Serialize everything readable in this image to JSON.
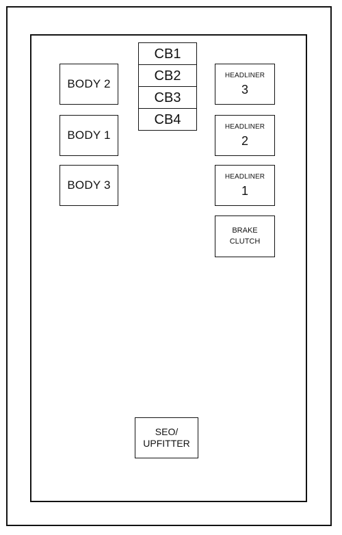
{
  "diagram": {
    "body_fuses": [
      {
        "label": "BODY 2"
      },
      {
        "label": "BODY 1"
      },
      {
        "label": "BODY 3"
      }
    ],
    "circuit_breakers": [
      {
        "label": "CB1"
      },
      {
        "label": "CB2"
      },
      {
        "label": "CB3"
      },
      {
        "label": "CB4"
      }
    ],
    "headliner_fuses": [
      {
        "label": "HEADLINER",
        "number": "3"
      },
      {
        "label": "HEADLINER",
        "number": "2"
      },
      {
        "label": "HEADLINER",
        "number": "1"
      }
    ],
    "brake_clutch": {
      "line1": "BRAKE",
      "line2": "CLUTCH"
    },
    "seo_upfitter": {
      "line1": "SEO/",
      "line2": "UPFITTER"
    }
  }
}
